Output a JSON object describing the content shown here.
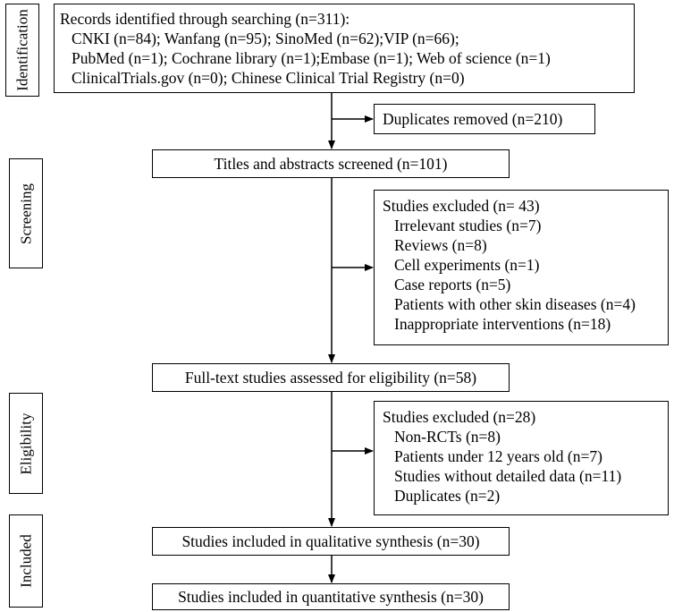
{
  "stages": {
    "identification": "Identification",
    "screening": "Screening",
    "eligibility": "Eligibility",
    "included": "Included"
  },
  "records": {
    "title": "Records identified through searching (n=311):",
    "lines": [
      "CNKI (n=84); Wanfang (n=95); SinoMed (n=62);VIP (n=66);",
      "PubMed (n=1); Cochrane library (n=1);Embase (n=1); Web of science (n=1)",
      "ClinicalTrials.gov (n=0); Chinese Clinical Trial Registry (n=0)"
    ]
  },
  "duplicates_removed": "Duplicates removed (n=210)",
  "screened": "Titles and abstracts screened (n=101)",
  "excluded_screening": {
    "title": "Studies excluded (n= 43)",
    "items": [
      "Irrelevant studies (n=7)",
      "Reviews (n=8)",
      "Cell experiments (n=1)",
      "Case reports (n=5)",
      "Patients with other skin diseases (n=4)",
      "Inappropriate interventions (n=18)"
    ]
  },
  "fulltext": "Full-text studies assessed for eligibility (n=58)",
  "excluded_eligibility": {
    "title": "Studies excluded (n=28)",
    "items": [
      "Non-RCTs (n=8)",
      "Patients under 12 years old (n=7)",
      "Studies without detailed data (n=11)",
      "Duplicates (n=2)"
    ]
  },
  "qualitative": "Studies included in qualitative synthesis (n=30)",
  "quantitative": "Studies included in quantitative synthesis (n=30)"
}
